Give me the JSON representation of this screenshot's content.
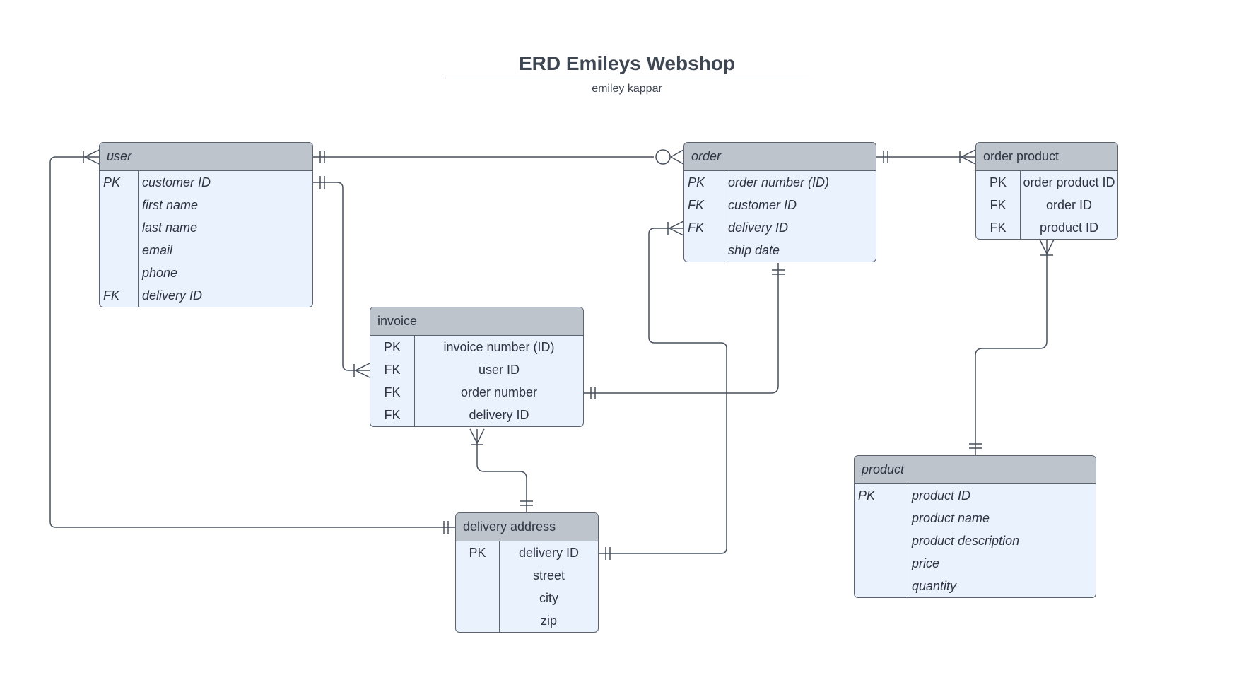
{
  "title": "ERD Emileys Webshop",
  "subtitle": "emiley kappar",
  "entities": {
    "user": {
      "name": "user",
      "rows": [
        {
          "key": "PK",
          "attr": "customer ID"
        },
        {
          "key": "",
          "attr": "first name"
        },
        {
          "key": "",
          "attr": "last name"
        },
        {
          "key": "",
          "attr": "email"
        },
        {
          "key": "",
          "attr": "phone"
        },
        {
          "key": "FK",
          "attr": "delivery ID"
        }
      ]
    },
    "order": {
      "name": "order",
      "rows": [
        {
          "key": "PK",
          "attr": "order number (ID)"
        },
        {
          "key": "FK",
          "attr": "customer ID"
        },
        {
          "key": "FK",
          "attr": "delivery ID"
        },
        {
          "key": "",
          "attr": "ship date"
        }
      ]
    },
    "order_product": {
      "name": "order product",
      "rows": [
        {
          "key": "PK",
          "attr": "order product ID"
        },
        {
          "key": "FK",
          "attr": "order ID"
        },
        {
          "key": "FK",
          "attr": "product ID"
        }
      ]
    },
    "invoice": {
      "name": "invoice",
      "rows": [
        {
          "key": "PK",
          "attr": "invoice number (ID)"
        },
        {
          "key": "FK",
          "attr": "user ID"
        },
        {
          "key": "FK",
          "attr": "order number"
        },
        {
          "key": "FK",
          "attr": "delivery ID"
        }
      ]
    },
    "product": {
      "name": "product",
      "rows": [
        {
          "key": "PK",
          "attr": "product ID"
        },
        {
          "key": "",
          "attr": "product name"
        },
        {
          "key": "",
          "attr": "product description"
        },
        {
          "key": "",
          "attr": "price"
        },
        {
          "key": "",
          "attr": "quantity"
        }
      ]
    },
    "delivery_address": {
      "name": "delivery address",
      "rows": [
        {
          "key": "PK",
          "attr": "delivery ID"
        },
        {
          "key": "",
          "attr": "street"
        },
        {
          "key": "",
          "attr": "city"
        },
        {
          "key": "",
          "attr": "zip"
        }
      ]
    }
  }
}
